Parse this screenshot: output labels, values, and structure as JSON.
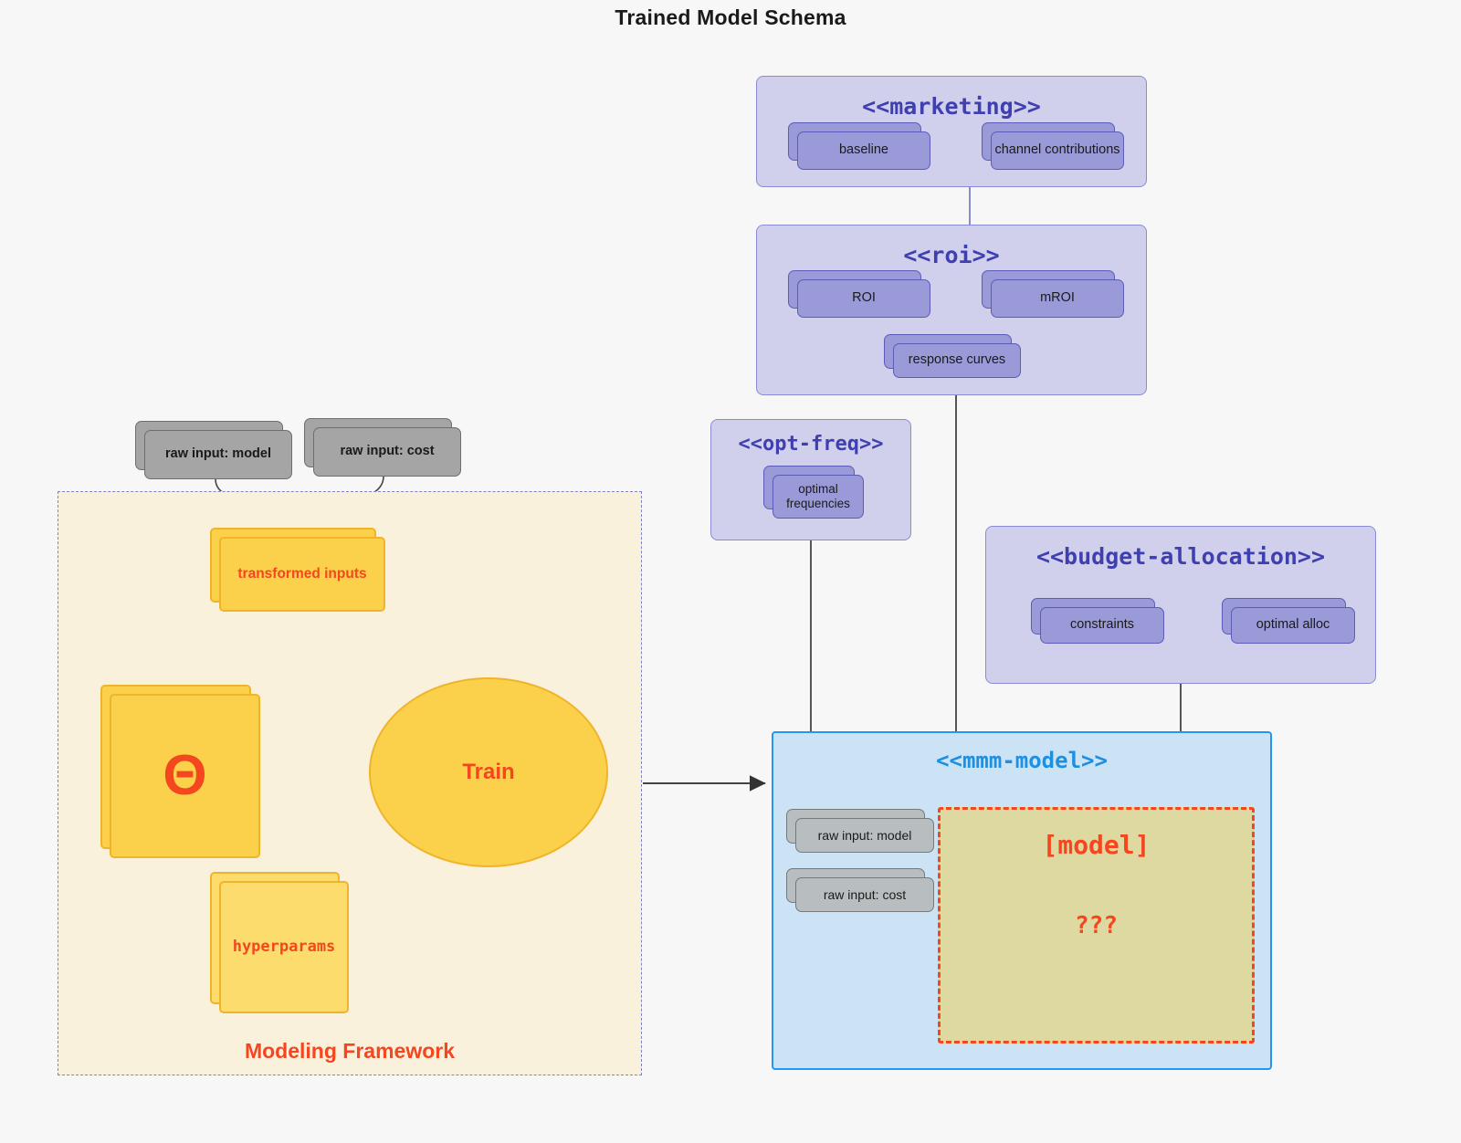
{
  "title": "Trained Model Schema",
  "colors": {
    "package_purple_fill": "#d0d0ec",
    "package_purple_border": "#8a8ad4",
    "package_blue_fill": "#cce3f5",
    "package_blue_border": "#2196f3",
    "node_purple_fill": "#9a9ad8",
    "node_gray_fill": "#a5a5a5",
    "node_yellow_fill": "#fbd14b",
    "framework_fill": "#faf1dd",
    "framework_border": "#7b84c8",
    "accent_red": "#f4461f",
    "model_box_fill": "#ded9a0",
    "stereotype_purple_text": "#3f3fb0",
    "stereotype_blue_text": "#1f8fe0",
    "canvas_bg": "#f7f7f7"
  },
  "packages": {
    "marketing": {
      "stereotype": "<<marketing>>",
      "nodes": [
        {
          "label": "baseline"
        },
        {
          "label": "channel contributions"
        }
      ]
    },
    "roi": {
      "stereotype": "<<roi>>",
      "nodes": [
        {
          "label": "ROI"
        },
        {
          "label": "mROI"
        },
        {
          "label": "response curves"
        }
      ]
    },
    "opt_freq": {
      "stereotype": "<<opt-freq>>",
      "nodes": [
        {
          "label": "optimal\nfrequencies",
          "line1": "optimal",
          "line2": "frequencies"
        }
      ]
    },
    "budget_allocation": {
      "stereotype": "<<budget-allocation>>",
      "nodes": [
        {
          "label": "constraints"
        },
        {
          "label": "optimal alloc"
        }
      ]
    },
    "mmm_model": {
      "stereotype": "<<mmm-model>>",
      "nodes": [
        {
          "label": "raw input: model"
        },
        {
          "label": "raw input: cost"
        }
      ],
      "model_box": {
        "primary": "[model]",
        "secondary": "???"
      }
    }
  },
  "framework": {
    "label": "Modeling Framework",
    "raw_inputs": [
      {
        "label": "raw input: model"
      },
      {
        "label": "raw input: cost"
      }
    ],
    "nodes": [
      {
        "label": "transformed inputs"
      },
      {
        "label": "Θ",
        "name": "theta"
      },
      {
        "label": "hyperparams"
      }
    ],
    "process": {
      "label": "Train"
    }
  }
}
